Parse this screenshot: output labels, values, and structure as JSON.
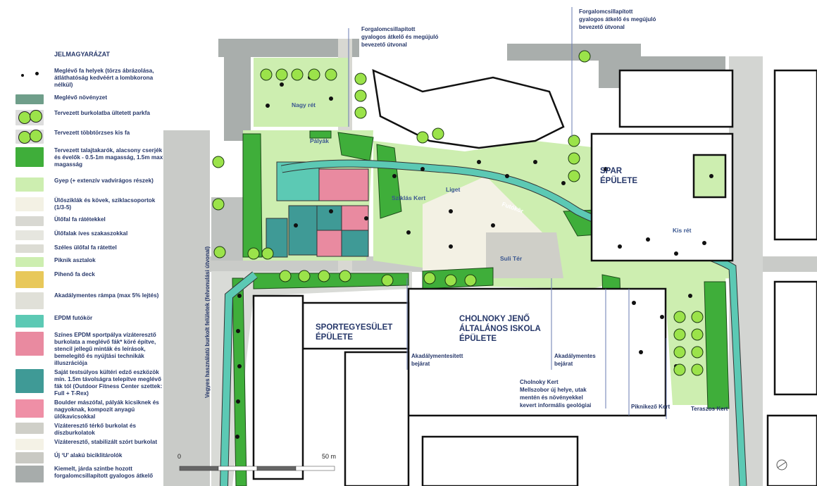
{
  "legend": {
    "title": "JELMAGYARÁZAT",
    "items": [
      {
        "label": "Meglévő fa helyek (törzs ábrázolása, átláthatóság kedvéért a lombkorona nélkül)",
        "color": "#ffffff"
      },
      {
        "label": "Meglévő növényzet",
        "color": "#6f9e8a"
      },
      {
        "label": "Tervezett burkolatba ültetett parkfa",
        "color": "#9be34a"
      },
      {
        "label": "Tervezett többtörzses kis  fa",
        "color": "#9be34a"
      },
      {
        "label": "Tervezett talajtakarók, alacsony cserjék és évelők - 0.5-1m magasság, 1.5m max magasság",
        "color": "#3fae3a"
      },
      {
        "label": "Gyep (+ extenzív vadvirágos részek)",
        "color": "#cdeeb0"
      },
      {
        "label": "Ülősziklák és kövek, sziklacsoportok (1/3-5)",
        "color": "#f3f1e4"
      },
      {
        "label": "Ülőfal fa rátétekkel",
        "color": "#d8d8d2"
      },
      {
        "label": "Ülőfalak íves szakaszokkal",
        "color": "#e6e6df"
      },
      {
        "label": "Széles ülőfal fa rátettel",
        "color": "#dcdcd4"
      },
      {
        "label": "Piknik asztalok",
        "color": "#cdeeb0"
      },
      {
        "label": "Pihenő fa deck",
        "color": "#e8c85a"
      },
      {
        "label": "Akadálymentes rámpa (max 5% lejtés)",
        "color": "#e0e0d8"
      },
      {
        "label": "EPDM futókör",
        "color": "#5cc9b4"
      },
      {
        "label": "Színes EPDM sportpálya vízáteresztő burkolata a meglévő fák* köré építve, stencil jellegű minták és leírások, bemelegítő  és nyújtási technikák illuszrációja",
        "color": "#e98aa0"
      },
      {
        "label": "Saját testsúlyos kültéri edző eszközök min. 1.5m távolságra telepítve meglévő fák tól (Outdoor Fitness Center szettek: Full + T-Rex)",
        "color": "#3f9a96"
      },
      {
        "label": "Boulder mászófal, pályák kicsiknek és nagyoknak, kompozit anyagú ülőkavicsokkal",
        "color": "#ef8fa6"
      },
      {
        "label": "Vízáteresztő térkő burkolat és díszburkolatok",
        "color": "#cfcfc8"
      },
      {
        "label": "Vízáteresztő, stabilizált szórt burkolat",
        "color": "#f4f2e6"
      },
      {
        "label": "Új ‘U’ alakú biciklitárolók",
        "color": "#c9c9c3"
      },
      {
        "label": "Kiemelt, járda szintbe hozott forgalomcsillapított  gyalogos átkelő",
        "color": "#a7acab"
      }
    ]
  },
  "map": {
    "annotations": {
      "crossing_1": [
        "Forgalomcsillapított",
        "gyalogos átkelő és megújuló",
        "bevezető útvonal"
      ],
      "crossing_2": [
        "Forgalomcsillapított",
        "gyalogos átkelő és megújuló",
        "bevezető útvonal"
      ],
      "vertical_path": "Vegyes használatú burkolt felületek  (felvonulási útvonal)",
      "entrance_1": [
        "Akadálymentesített",
        "bejárat"
      ],
      "entrance_2": [
        "Akadálymentes",
        "bejárat"
      ],
      "cholnoky_kert": [
        "Cholnoky Kert",
        "Mellszobor új helye, utak",
        "mentén és növényekkel",
        "kevert informális geológiai"
      ],
      "piknikezo_kert": "Piknikező Kert",
      "teraszos_kert": "Teraszos Kert"
    },
    "areas": {
      "nagy_ret": "Nagy rét",
      "palyak": "Pályák",
      "sziklas_kert": "Sziklás Kert",
      "liget": "Liget",
      "futokor": "Futókör",
      "suli_ter": "Suli Tér",
      "kis_ret": "Kis rét"
    },
    "buildings": {
      "spar": [
        "SPAR",
        "ÉPÜLETE"
      ],
      "sport": [
        "SPORTEGYESÜLET",
        "ÉPÜLETE"
      ],
      "school": [
        "CHOLNOKY JENŐ",
        "ÁLTALÁNOS   ISKOLA",
        "ÉPÜLETE"
      ]
    },
    "scale": {
      "start": "0",
      "end": "50 m"
    }
  },
  "colors": {
    "text": "#27386a",
    "lawn": "#cdeeb0",
    "shrub": "#3fae3a",
    "track": "#5cc9b4",
    "court_pink": "#e98aa0",
    "court_teal": "#3f9a96",
    "tree_new": "#9be34a",
    "road": "#c7c9c6"
  }
}
